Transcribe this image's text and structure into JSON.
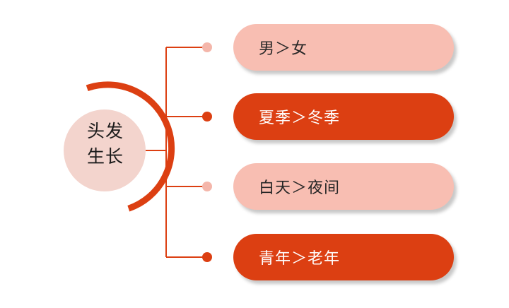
{
  "hub": {
    "line1": "头发",
    "line2": "生长"
  },
  "items": [
    {
      "label": "男＞女",
      "style": "light"
    },
    {
      "label": "夏季＞冬季",
      "style": "dark"
    },
    {
      "label": "白天＞夜间",
      "style": "light"
    },
    {
      "label": "青年＞老年",
      "style": "dark"
    }
  ],
  "colors": {
    "accent": "#dc3f12",
    "light_fill": "#f8beb2",
    "hub_fill": "#f3d4cd",
    "dot_light": "#f4b6aa",
    "text_dark": "#262626",
    "text_light": "#ffffff"
  }
}
